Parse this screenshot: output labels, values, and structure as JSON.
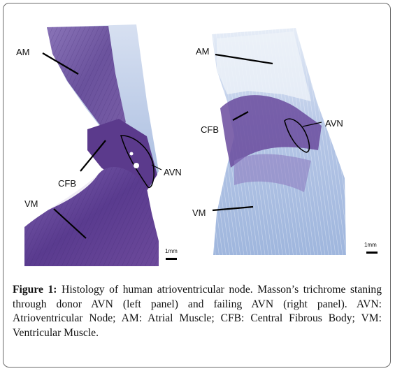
{
  "figure": {
    "left_panel": {
      "labels": {
        "am": "AM",
        "cfb": "CFB",
        "vm": "VM",
        "avn": "AVN"
      },
      "scale_bar": "1mm"
    },
    "right_panel": {
      "labels": {
        "am": "AM",
        "cfb": "CFB",
        "vm": "VM",
        "avn": "AVN"
      },
      "scale_bar": "1mm"
    },
    "colors": {
      "tissue_purple": "#5a3b8f",
      "tissue_light_blue": "#b9c7e6",
      "annotation_line": "#000000"
    },
    "caption": {
      "label": "Figure 1:",
      "text": "Histology of human atrioventricular node. Masson’s trichrome staning through donor AVN (left panel) and failing AVN (right panel). AVN: Atrioventricular Node; AM: Atrial Muscle; CFB: Central Fibrous Body; VM: Ventricular Muscle."
    }
  }
}
